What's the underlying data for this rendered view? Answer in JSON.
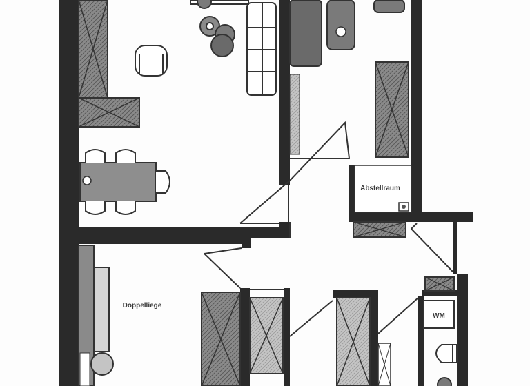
{
  "floorplan": {
    "labels": {
      "storage_room": "Abstellraum",
      "daybed": "Doppelliege",
      "washer": "WM"
    },
    "colors": {
      "background": "#fdfdfd",
      "wall": "#2a2a2a",
      "furniture_dark": "#6a6a6a",
      "furniture_mid": "#8e8e8e",
      "furniture_light": "#bdbdbd",
      "line": "#333333"
    }
  }
}
